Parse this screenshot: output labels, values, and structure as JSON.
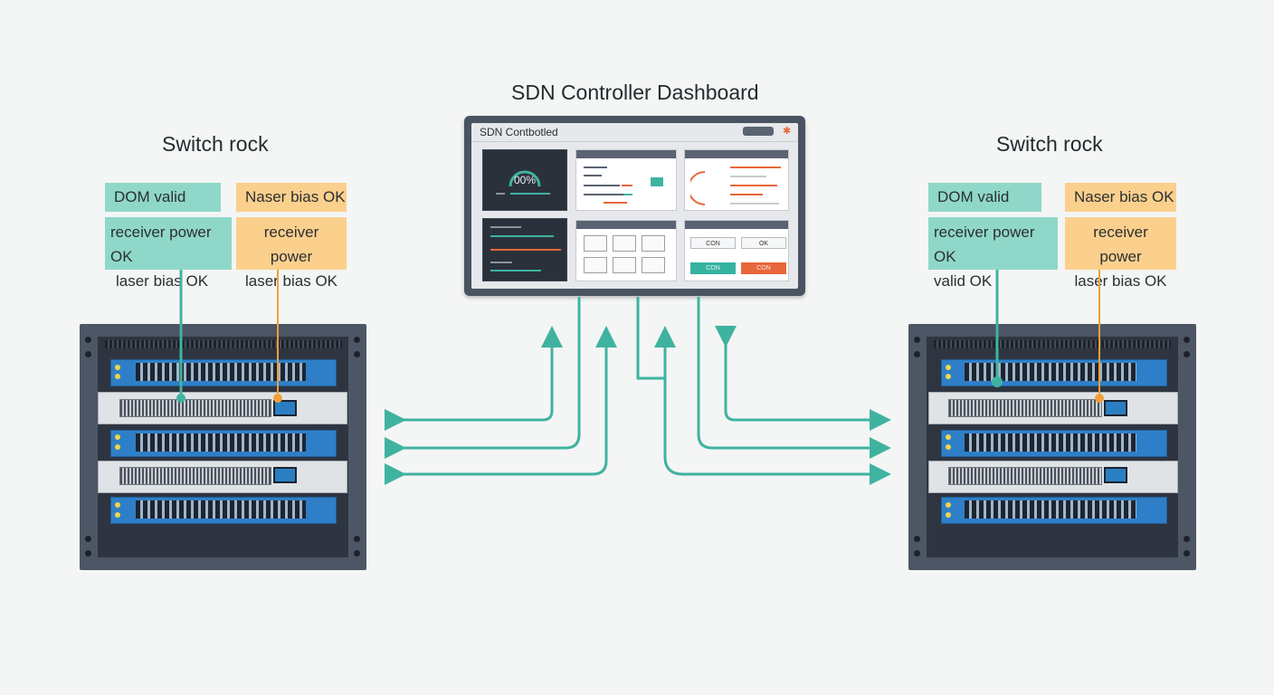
{
  "diagram": {
    "center_title": "SDN Controller Dashboard",
    "left_rack": {
      "title": "Switch rock",
      "labels": {
        "dom_valid": "DOM valid",
        "naser_bias": "Naser bias OK",
        "left_block": [
          "receiver power OK",
          "laser bias OK"
        ],
        "right_block": [
          "receiver power",
          "laser bias OK"
        ]
      }
    },
    "right_rack": {
      "title": "Switch rock",
      "labels": {
        "dom_valid": "DOM valid",
        "naser_bias": "Naser bias OK",
        "left_block": [
          "receiver power OK",
          "valid OK"
        ],
        "right_block": [
          "receiver power",
          "laser bias OK"
        ]
      }
    },
    "dashboard": {
      "window_title": "SDN Contbotled",
      "gauge_value": "00%",
      "buttons": [
        "CON",
        "OK",
        "CON",
        "CON"
      ]
    },
    "colors": {
      "teal": "#3fb3a0",
      "orange": "#f0a03a",
      "teal_label": "#8fd8c9",
      "orange_label": "#fbd08d"
    }
  }
}
